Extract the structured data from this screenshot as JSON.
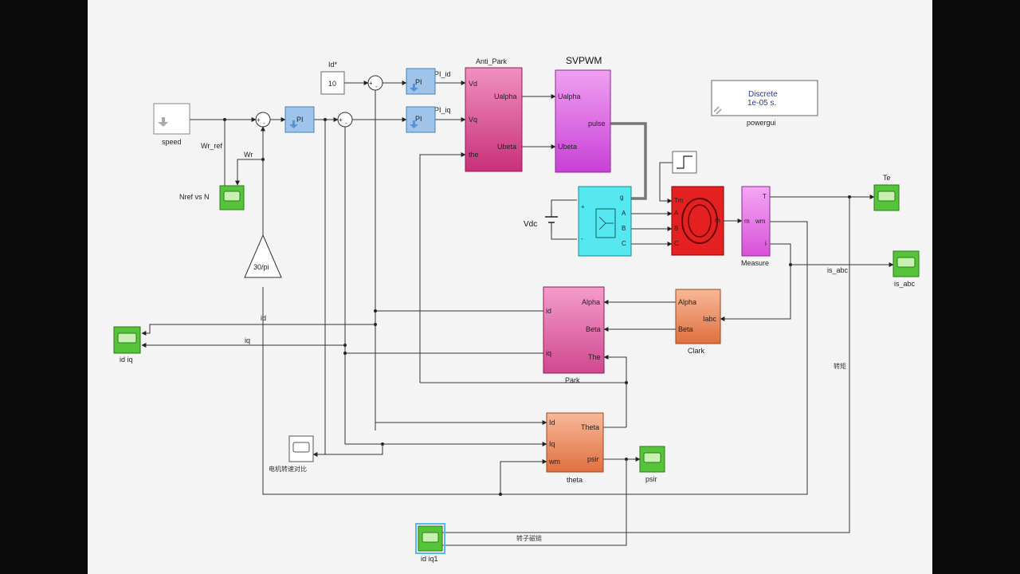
{
  "powergui": {
    "mode": "Discrete",
    "step": "1e-05 s.",
    "name": "powergui"
  },
  "sources": {
    "speed": "speed",
    "id_ref_name": "Id*",
    "id_ref_value": "10",
    "step": "",
    "vdc": "Vdc"
  },
  "pi": {
    "label": "PI"
  },
  "signals": {
    "wr_ref": "Wr_ref",
    "wr": "Wr",
    "pi_id": "PI_id",
    "pi_iq": "PI_iq",
    "id": "id",
    "iq": "iq",
    "is_abc": "is_abc",
    "torque_cn": "转矩",
    "flux_cn": "转子磁链"
  },
  "gain": {
    "label": "30/pi"
  },
  "blocks": {
    "anti_park": {
      "title": "Anti_Park",
      "in": [
        "Vd",
        "Vq",
        "the"
      ],
      "out": [
        "Ualpha",
        "Ubeta"
      ]
    },
    "svpwm": {
      "title": "SVPWM",
      "in": [
        "Ualpha",
        "Ubeta"
      ],
      "out": [
        "pulse"
      ]
    },
    "inverter": {
      "ports": [
        "g",
        "A",
        "B",
        "C",
        "+",
        "-"
      ]
    },
    "motor": {
      "ports": [
        "Tm",
        "A",
        "B",
        "C",
        "m"
      ]
    },
    "measure": {
      "title": "Measure",
      "in": [
        "m"
      ],
      "out": [
        "T",
        "wm",
        "i"
      ]
    },
    "park": {
      "title": "Park",
      "in": [
        "Alpha",
        "Beta",
        "The"
      ],
      "out": [
        "id",
        "iq"
      ]
    },
    "clark": {
      "title": "Clark",
      "in": [
        "Iabc"
      ],
      "out": [
        "Alpha",
        "Beta"
      ]
    },
    "theta": {
      "title": "theta",
      "in": [
        "Id",
        "Iq",
        "wm"
      ],
      "out": [
        "Theta",
        "psir"
      ]
    }
  },
  "scopes": {
    "nref_vs_n": "Nref vs N",
    "te": "Te",
    "is_abc": "is_abc",
    "id_iq": "id iq",
    "speed_compare": "电机转速对比",
    "psir": "psir",
    "id_iq1": "id iq1"
  },
  "colors": {
    "canvas": "#f4f4f4",
    "scope_green": "#55c43a",
    "pi_blue": "#9ec4ec",
    "anti_park_pink": "#e0609a",
    "svpwm_magenta": "#e070e8",
    "inverter_cyan": "#55e8f0",
    "motor_red": "#e42020",
    "measure_violet": "#e86ce8",
    "park_pink": "#e870b0",
    "clark_orange": "#f0946a",
    "theta_orange": "#f0946a"
  }
}
